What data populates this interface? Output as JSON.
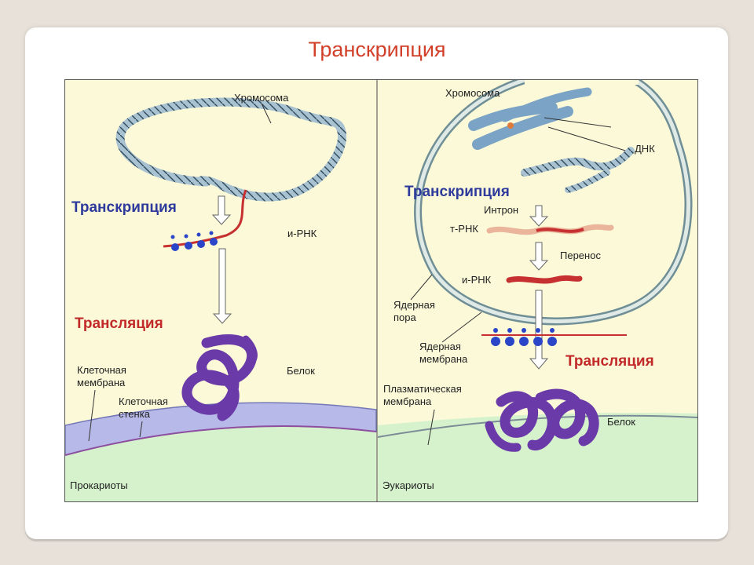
{
  "slide": {
    "title": "Транскрипция"
  },
  "prokaryote": {
    "chromosome_label": "Хромосома",
    "transcription_label": "Транскрипция",
    "mrna_label": "и-РНК",
    "translation_label": "Трансляция",
    "protein_label": "Белок",
    "cell_membrane_line1": "Клеточная",
    "cell_membrane_line2": "мембрана",
    "cell_wall_line1": "Клеточная",
    "cell_wall_line2": "стенка",
    "caption": "Прокариоты"
  },
  "eukaryote": {
    "chromosome_label": "Хромосома",
    "dna_label": "ДНК",
    "transcription_label": "Транскрипция",
    "intron_label": "Интрон",
    "trna_label": "т-РНК",
    "transfer_label": "Перенос",
    "mrna_label": "и-РНК",
    "nuclear_pore_line1": "Ядерная",
    "nuclear_pore_line2": "пора",
    "nuclear_membrane_line1": "Ядерная",
    "nuclear_membrane_line2": "мембрана",
    "translation_label": "Трансляция",
    "plasma_membrane_line1": "Плазматическая",
    "plasma_membrane_line2": "мембрана",
    "protein_label": "Белок",
    "caption": "Эукариоты"
  },
  "colors": {
    "title": "#d2402a",
    "transcription": "#2e3a9c",
    "translation": "#c22a2a",
    "protein": "#6a3aa8",
    "dna": "#9fb8c8",
    "cytoplasm": "#fbf9d8",
    "outside": "#cfeec6"
  }
}
